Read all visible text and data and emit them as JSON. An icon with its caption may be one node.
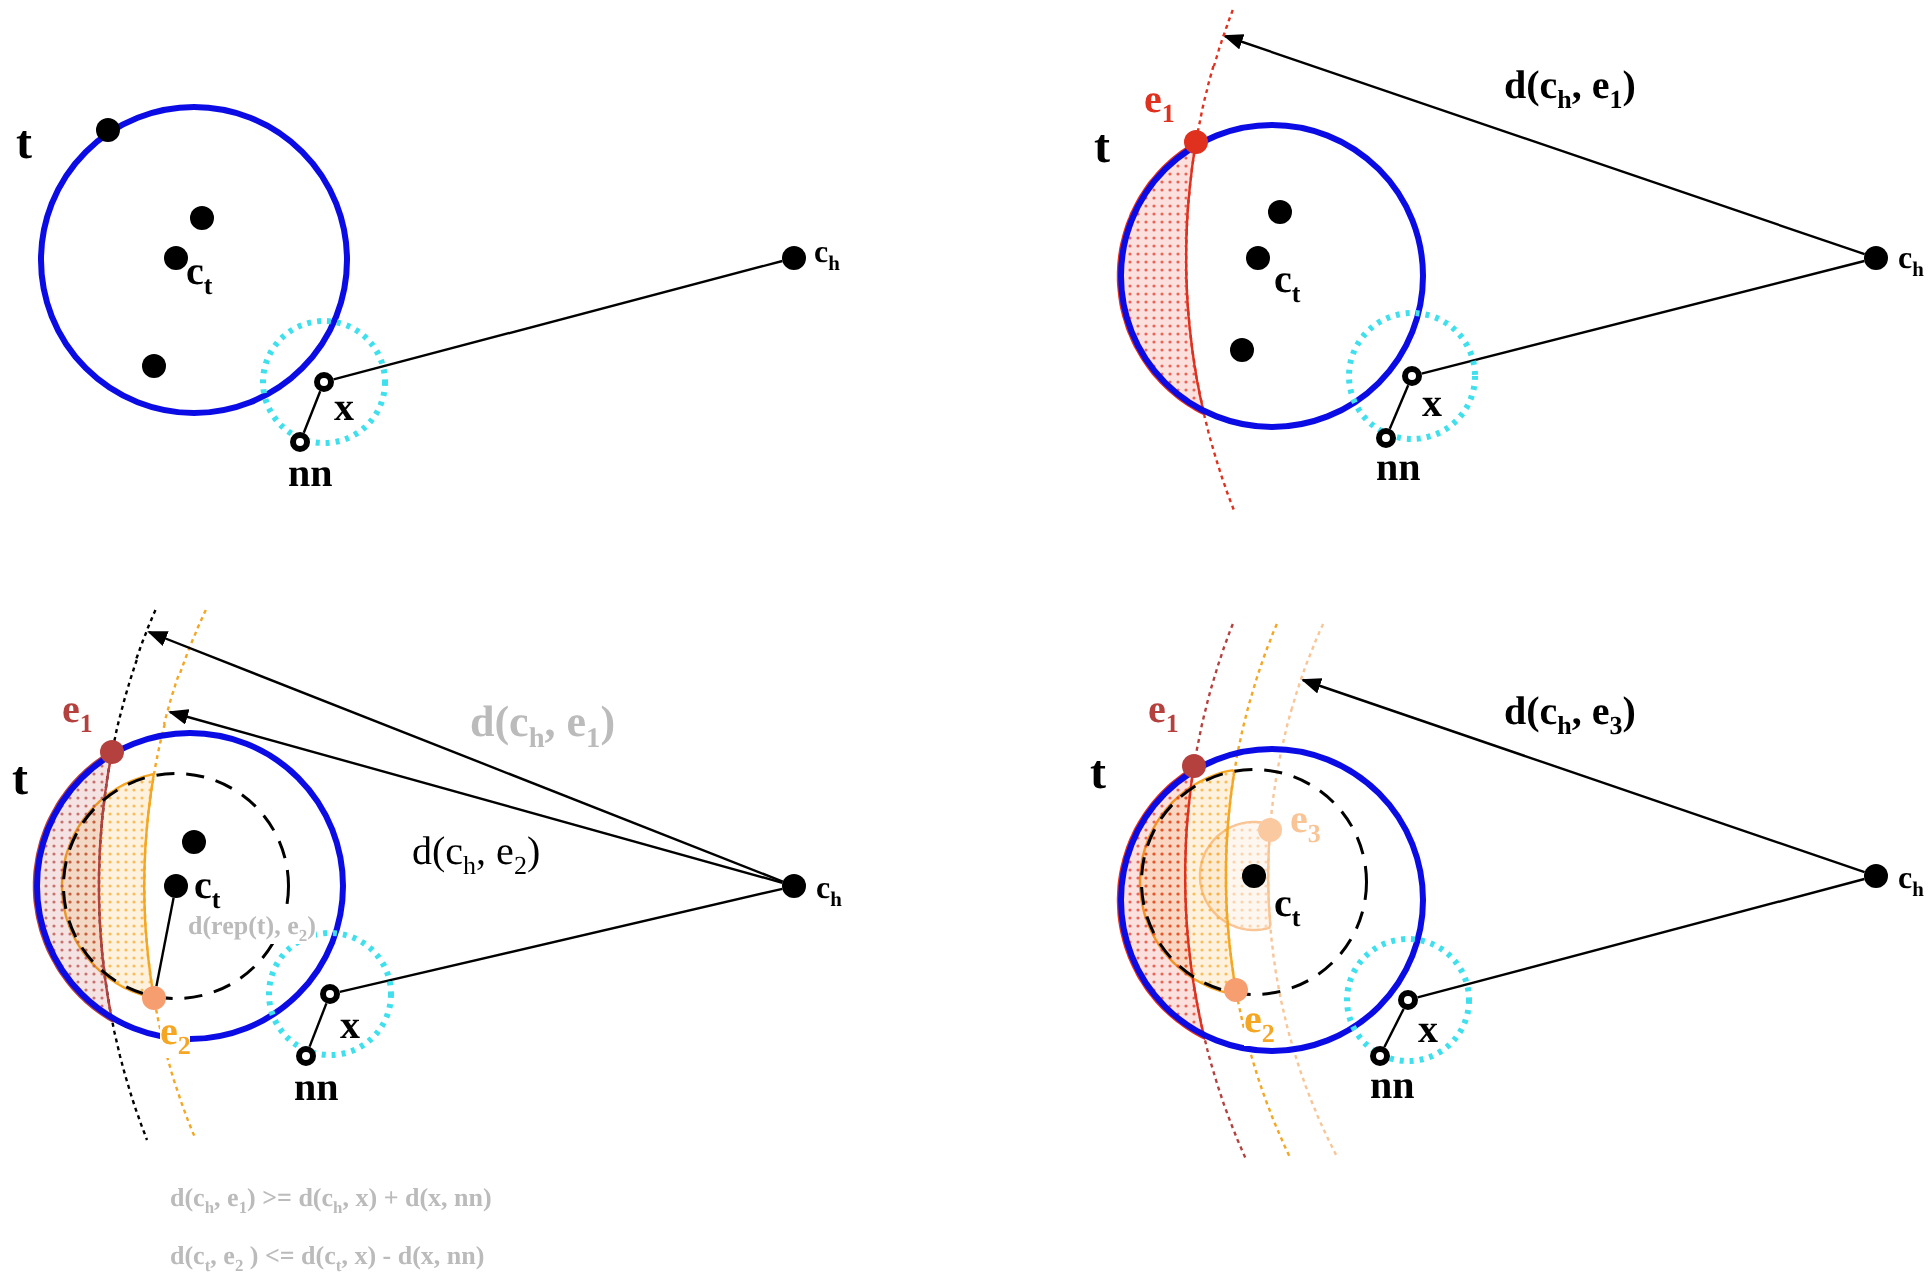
{
  "diagram": {
    "nodes": [
      {
        "text": [
          "t"
        ]
      },
      {
        "text": [],
        "shape": "circle"
      },
      {
        "text": [],
        "shape": "circle",
        "in": 0
      },
      {
        "text": [
          "c$_{t}$"
        ],
        "in": 0
      },
      {
        "text": [],
        "shape": "circle",
        "in": 0
      },
      {
        "text": [],
        "shape": "circle"
      },
      {
        "text": [
          "x"
        ],
        "in": 5
      },
      {
        "text": [
          "nn"
        ]
      },
      {
        "text": [
          "c$_{h}$"
        ]
      },
      {
        "text": [
          "t"
        ]
      },
      {
        "text": [
          "e$_{1}$"
        ]
      },
      {
        "text": [],
        "shape": "circle",
        "in": 9
      },
      {
        "text": [
          "c$_{t}$"
        ],
        "in": 9
      },
      {
        "text": [],
        "shape": "circle",
        "in": 9
      },
      {
        "text": [],
        "shape": "circle"
      },
      {
        "text": [
          "x"
        ],
        "in": 14
      },
      {
        "text": [
          "nn"
        ]
      },
      {
        "text": [
          "c$_{h}$"
        ]
      },
      {
        "text": [
          "t"
        ]
      },
      {
        "text": [
          "e$_{1}$"
        ]
      },
      {
        "text": [],
        "shape": "circle",
        "in": 18
      },
      {
        "text": [],
        "shape": "circle",
        "in": 20
      },
      {
        "text": [
          "c$_{t}$"
        ],
        "in": 20
      },
      {
        "text": [
          "e$_{2}$"
        ],
        "in": 18
      },
      {
        "text": [],
        "shape": "circle"
      },
      {
        "text": [
          "x"
        ],
        "in": 24
      },
      {
        "text": [
          "nn"
        ]
      },
      {
        "text": [
          "c$_{h}$"
        ]
      },
      {
        "text": [
          "t"
        ]
      },
      {
        "text": [
          "e$_{1}$"
        ]
      },
      {
        "text": [],
        "shape": "circle",
        "in": 28
      },
      {
        "text": [
          "e$_{3}$"
        ],
        "in": 30
      },
      {
        "text": [
          "c$_{t}$"
        ],
        "in": 30
      },
      {
        "text": [
          "e$_{2}$"
        ],
        "in": 28
      },
      {
        "text": [],
        "shape": "circle"
      },
      {
        "text": [
          "x"
        ],
        "in": 34
      },
      {
        "text": [
          "nn"
        ]
      },
      {
        "text": [
          "c$_{h}$"
        ]
      },
      {
        "text": [],
        "shape": "arc"
      },
      {
        "text": [],
        "shape": "arc"
      },
      {
        "text": [],
        "shape": "arc"
      },
      {
        "text": [],
        "shape": "arc"
      }
    ],
    "edges": [
      {
        "from": 8,
        "to": 6,
        "arrow": "none"
      },
      {
        "from": 6,
        "to": 7,
        "arrow": "none"
      },
      {
        "from": 17,
        "to": 38,
        "arrow": "to",
        "label": "d(c$_{h}$, e$_{1}$)"
      },
      {
        "from": 17,
        "to": 15,
        "arrow": "none"
      },
      {
        "from": 15,
        "to": 16,
        "arrow": "none"
      },
      {
        "from": 27,
        "to": 39,
        "arrow": "to",
        "label": "d(c$_{h}$, e$_{1}$)"
      },
      {
        "from": 27,
        "to": 40,
        "arrow": "to",
        "label": "d(c$_{h}$, e$_{2}$)"
      },
      {
        "from": 22,
        "to": 23,
        "arrow": "none",
        "label": "d(rep(t), e$_{2}$)"
      },
      {
        "from": 27,
        "to": 25,
        "arrow": "none"
      },
      {
        "from": 25,
        "to": 26,
        "arrow": "none"
      },
      {
        "from": 37,
        "to": 41,
        "arrow": "to",
        "label": "d(c$_{h}$, e$_{3}$)"
      },
      {
        "from": 37,
        "to": 35,
        "arrow": "none"
      },
      {
        "from": 35,
        "to": 36,
        "arrow": "none"
      }
    ],
    "labels": [
      "d(c$_{h}$, e$_{1}$) >= d(c$_{h}$, x) + d(x, nn)",
      "d(c$_{t}$, e$_{2}$ ) <= d(c$_{t}$, x) - d(x, nn)"
    ]
  }
}
